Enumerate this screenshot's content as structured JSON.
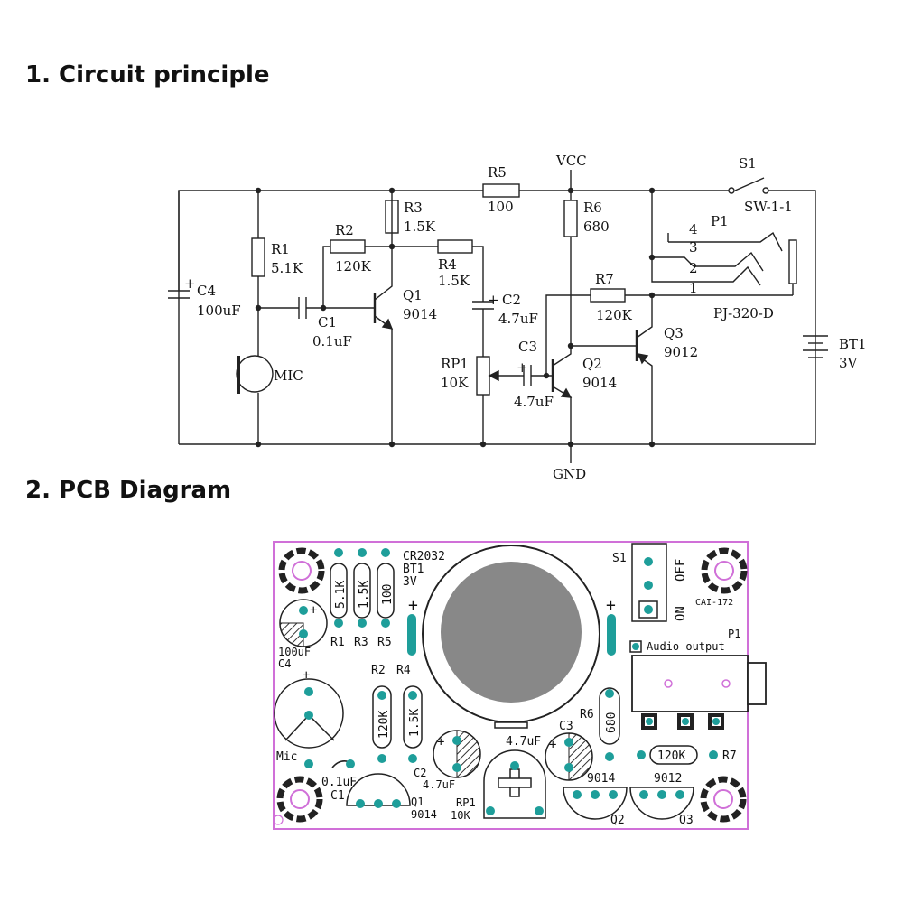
{
  "headings": {
    "circuit": "1. Circuit principle",
    "pcb": "2. PCB Diagram"
  },
  "schematic": {
    "vcc": "VCC",
    "gnd": "GND",
    "r1": "R1",
    "r1_val": "5.1K",
    "r2": "R2",
    "r2_val": "120K",
    "r3": "R3",
    "r3_val": "1.5K",
    "r4": "R4",
    "r4_val": "1.5K",
    "r5": "R5",
    "r5_val": "100",
    "r6": "R6",
    "r6_val": "680",
    "r7": "R7",
    "r7_val": "120K",
    "c1": "C1",
    "c1_val": "0.1uF",
    "c2": "C2",
    "c2_val": "4.7uF",
    "c3": "C3",
    "c3_val": "4.7uF",
    "c4": "C4",
    "c4_val": "100uF",
    "q1": "Q1",
    "q1_val": "9014",
    "q2": "Q2",
    "q2_val": "9014",
    "q3": "Q3",
    "q3_val": "9012",
    "rp1": "RP1",
    "rp1_val": "10K",
    "mic": "MIC",
    "s1": "S1",
    "s1_val": "SW-1-1",
    "p1": "P1",
    "p1_val": "PJ-320-D",
    "pin1": "1",
    "pin2": "2",
    "pin3": "3",
    "pin4": "4",
    "bt1": "BT1",
    "bt1_val": "3V",
    "plus": "+"
  },
  "pcb": {
    "cr2032": "CR2032",
    "bt1": "BT1",
    "v3": "3V",
    "r1_val": "5.1K",
    "r3_val": "1.5K",
    "r5_val": "100",
    "r1": "R1",
    "r3": "R3",
    "r5": "R5",
    "c4_val": "100uF",
    "c4": "C4",
    "r2": "R2",
    "r4": "R4",
    "r2_val": "120K",
    "r4_val": "1.5K",
    "mic": "Mic",
    "c1_val": "0.1uF",
    "c1": "C1",
    "c2": "C2",
    "c2_val": "4.7uF",
    "q1": "Q1",
    "q1_val": "9014",
    "rp1": "RP1",
    "rp1_val": "10K",
    "c3_val": "4.7uF",
    "c3": "C3",
    "r6": "R6",
    "r6_val": "680",
    "q2_val": "9014",
    "q3_val": "9012",
    "q2": "Q2",
    "q3": "Q3",
    "r7_val": "120K",
    "r7": "R7",
    "s1": "S1",
    "off": "OFF",
    "on": "ON",
    "cai": "CAI-172",
    "p1": "P1",
    "audio": "Audio output",
    "plus": "+"
  },
  "colors": {
    "pcb_border": "#d070d8",
    "pad": "#1e9e9a",
    "battery": "#888888"
  }
}
